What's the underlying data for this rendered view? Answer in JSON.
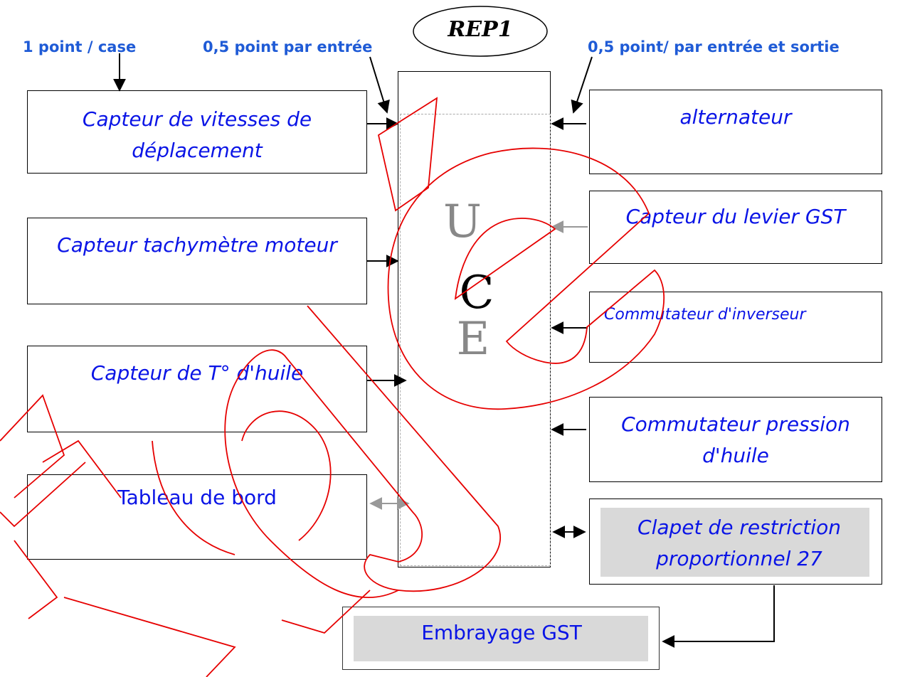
{
  "title": "REP1",
  "notes": {
    "left": "1 point / case",
    "middle": "0,5 point par entrée",
    "right": "0,5 point/ par entrée et sortie"
  },
  "ecu": {
    "letters": [
      "U",
      "C",
      "E"
    ]
  },
  "inputs_left": [
    {
      "label": "Capteur de vitesses de déplacement"
    },
    {
      "label": "Capteur tachymètre moteur"
    },
    {
      "label": "Capteur de T° d'huile"
    },
    {
      "label": "Tableau de bord"
    }
  ],
  "inputs_right": [
    {
      "label": "alternateur"
    },
    {
      "label": "Capteur du levier GST"
    },
    {
      "label": "Commutateur d'inverseur"
    },
    {
      "label": "Commutateur pression d'huile"
    },
    {
      "label": "Clapet de restriction proportionnel 27"
    }
  ],
  "output_bottom": {
    "label": "Embrayage GST"
  },
  "colors": {
    "text": "#0a14e6",
    "notes": "#1f5bd6",
    "watermark": "#e60000"
  }
}
